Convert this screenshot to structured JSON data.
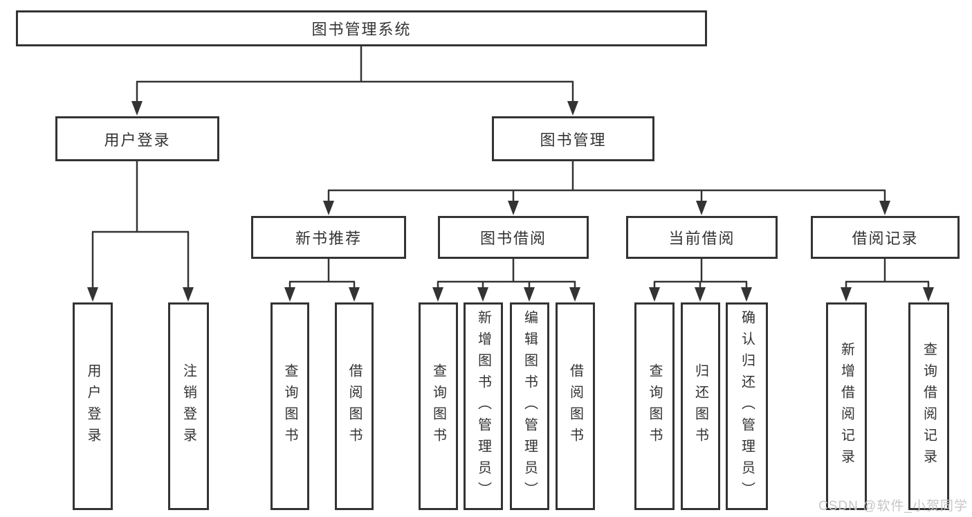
{
  "diagram": {
    "type": "hierarchy-tree",
    "colors": {
      "line": "#333333",
      "box_border": "#333333",
      "text": "#333333",
      "background": "#ffffff",
      "watermark": "#c6c6c6"
    },
    "root": {
      "label": "图书管理系统",
      "children": [
        {
          "label": "用户登录",
          "children": [
            {
              "label": "用户登录"
            },
            {
              "label": "注销登录"
            }
          ]
        },
        {
          "label": "图书管理",
          "children": [
            {
              "label": "新书推荐",
              "children": [
                {
                  "label": "查询图书"
                },
                {
                  "label": "借阅图书"
                }
              ]
            },
            {
              "label": "图书借阅",
              "children": [
                {
                  "label": "查询图书"
                },
                {
                  "label": "新增图书（管理员）"
                },
                {
                  "label": "编辑图书（管理员）"
                },
                {
                  "label": "借阅图书"
                }
              ]
            },
            {
              "label": "当前借阅",
              "children": [
                {
                  "label": "查询图书"
                },
                {
                  "label": "归还图书"
                },
                {
                  "label": "确认归还（管理员）"
                }
              ]
            },
            {
              "label": "借阅记录",
              "children": [
                {
                  "label": "新增借阅记录"
                },
                {
                  "label": "查询借阅记录"
                }
              ]
            }
          ]
        }
      ]
    },
    "watermark": "CSDN @软件_小贺同学"
  }
}
